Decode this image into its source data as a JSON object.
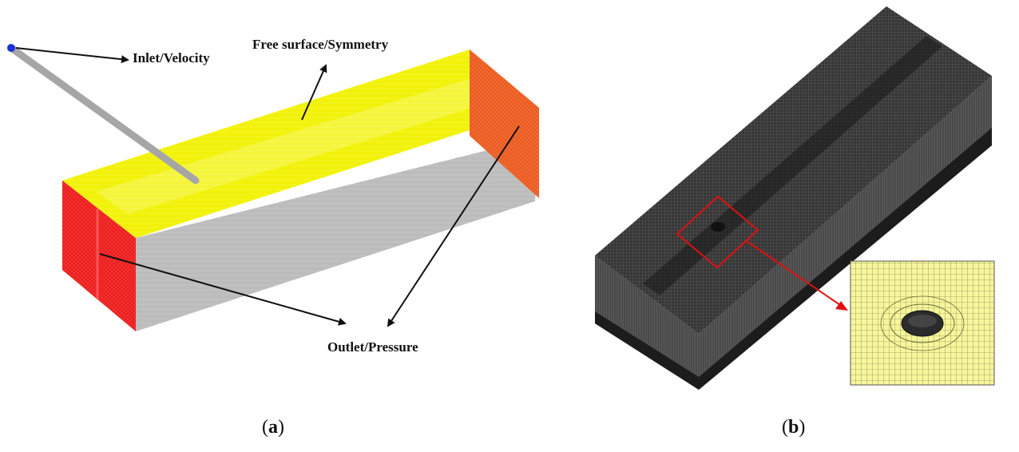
{
  "panel_a": {
    "labels": {
      "inlet": "Inlet/Velocity",
      "free_surface": "Free surface/Symmetry",
      "outlet": "Outlet/Pressure"
    },
    "caption": {
      "open": "(",
      "letter": "a",
      "close": ")"
    },
    "colors": {
      "free_surface": "#f2f20a",
      "outlet_face": "#ee2222",
      "side_face": "#b9b9b9",
      "inlet_dot": "#1a2fd6"
    }
  },
  "panel_b": {
    "caption": {
      "open": "(",
      "letter": "b",
      "close": ")"
    },
    "colors": {
      "mesh_body": "#3a3a3a",
      "highlight": "#e01010",
      "inset_mesh": "#f4f49a"
    }
  }
}
